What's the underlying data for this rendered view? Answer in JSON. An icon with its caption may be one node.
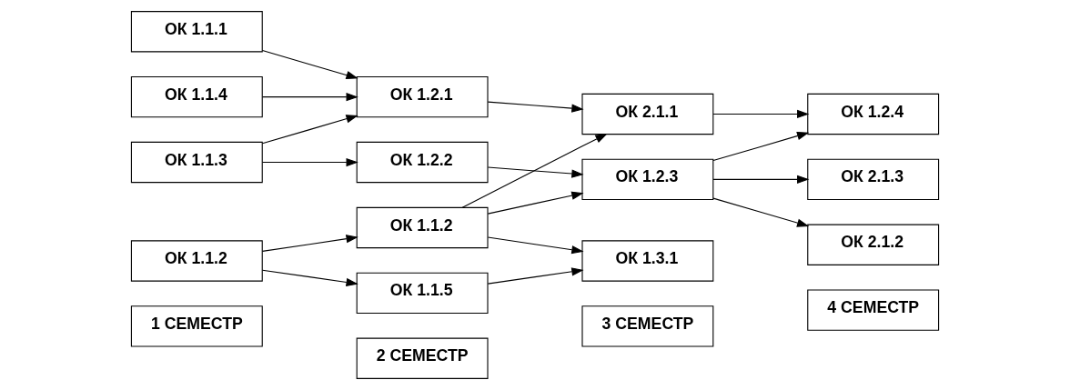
{
  "diagram": {
    "nodes": [
      {
        "text": [
          "1 СЕМЕСТР"
        ]
      },
      {
        "text": [
          "2 СЕМЕСТР"
        ]
      },
      {
        "text": [
          "3 СЕМЕСТР"
        ]
      },
      {
        "text": [
          "4 СЕМЕСТР"
        ]
      },
      {
        "text": [
          "ОК 1.1.1"
        ]
      },
      {
        "text": [
          "ОК 1.1.4"
        ]
      },
      {
        "text": [
          "ОК 1.1.3"
        ]
      },
      {
        "text": [
          "ОК 1.1.2"
        ]
      },
      {
        "text": [
          "ОК 1.2.1"
        ]
      },
      {
        "text": [
          "ОК 1.2.2"
        ]
      },
      {
        "text": [
          "ОК 1.1.2"
        ]
      },
      {
        "text": [
          "ОК 1.1.5"
        ]
      },
      {
        "text": [
          "ОК 2.1.1"
        ]
      },
      {
        "text": [
          "ОК 1.2.3"
        ]
      },
      {
        "text": [
          "ОК 1.3.1"
        ]
      },
      {
        "text": [
          "ОК 1.2.4"
        ]
      },
      {
        "text": [
          "ОК 2.1.2"
        ]
      },
      {
        "text": [
          "ОК 2.1.3"
        ]
      }
    ],
    "edges": [
      {
        "from": 4,
        "to": 8,
        "arrow": "to"
      },
      {
        "from": 5,
        "to": 8,
        "arrow": "to"
      },
      {
        "from": 6,
        "to": 8,
        "arrow": "to"
      },
      {
        "from": 6,
        "to": 9,
        "arrow": "to"
      },
      {
        "from": 7,
        "to": 10,
        "arrow": "to"
      },
      {
        "from": 7,
        "to": 11,
        "arrow": "to"
      },
      {
        "from": 8,
        "to": 12,
        "arrow": "to"
      },
      {
        "from": 9,
        "to": 13,
        "arrow": "to"
      },
      {
        "from": 10,
        "to": 12,
        "arrow": "to"
      },
      {
        "from": 10,
        "to": 13,
        "arrow": "to"
      },
      {
        "from": 10,
        "to": 14,
        "arrow": "to"
      },
      {
        "from": 11,
        "to": 14,
        "arrow": "to"
      },
      {
        "from": 12,
        "to": 15,
        "arrow": "to"
      },
      {
        "from": 13,
        "to": 15,
        "arrow": "to"
      },
      {
        "from": 13,
        "to": 16,
        "arrow": "to"
      },
      {
        "from": 13,
        "to": 17,
        "arrow": "to"
      }
    ]
  }
}
